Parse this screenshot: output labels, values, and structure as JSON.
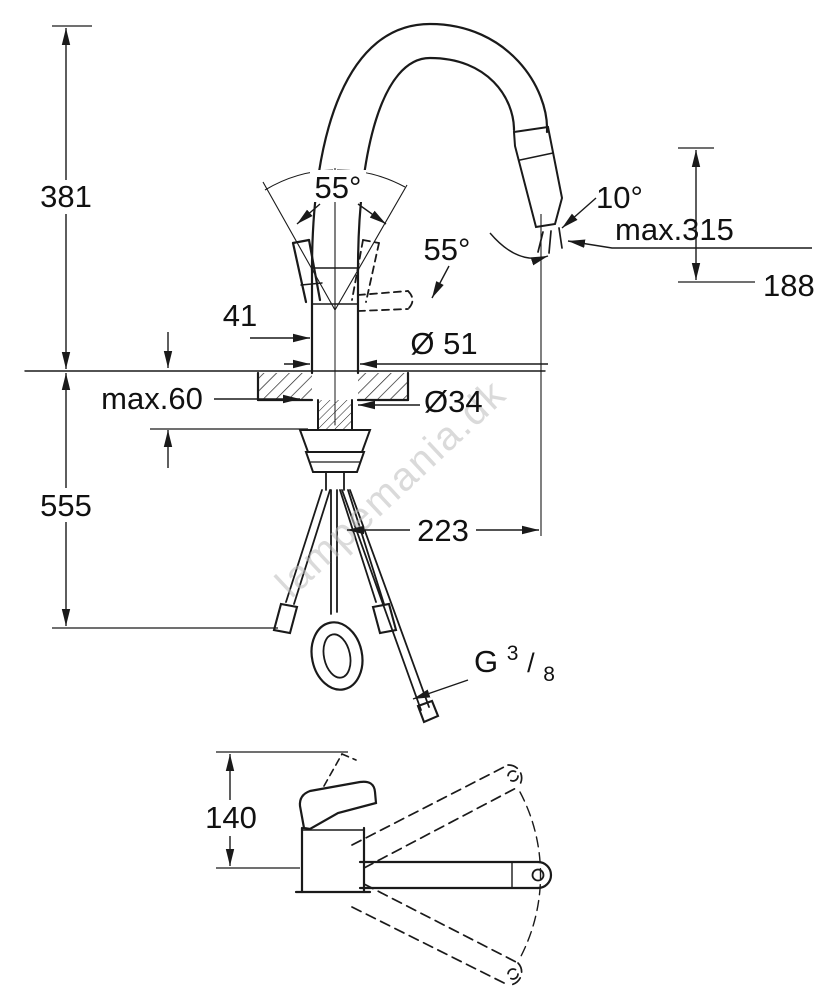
{
  "colors": {
    "line": "#1a1a1a",
    "watermark": "#bdbdbd",
    "background": "#ffffff"
  },
  "watermark": "lampemania.dk",
  "dims": {
    "d381": "381",
    "a55l": "55°",
    "a55r": "55°",
    "a10": "10°",
    "max315": "max.315",
    "d188": "188",
    "d41": "41",
    "d51": "Ø 51",
    "max60": "max.60",
    "d34": "Ø34",
    "d555": "555",
    "d223": "223",
    "d140": "140",
    "thread_g": "G",
    "thread_n": "3",
    "thread_s": "/",
    "thread_d": "8"
  }
}
